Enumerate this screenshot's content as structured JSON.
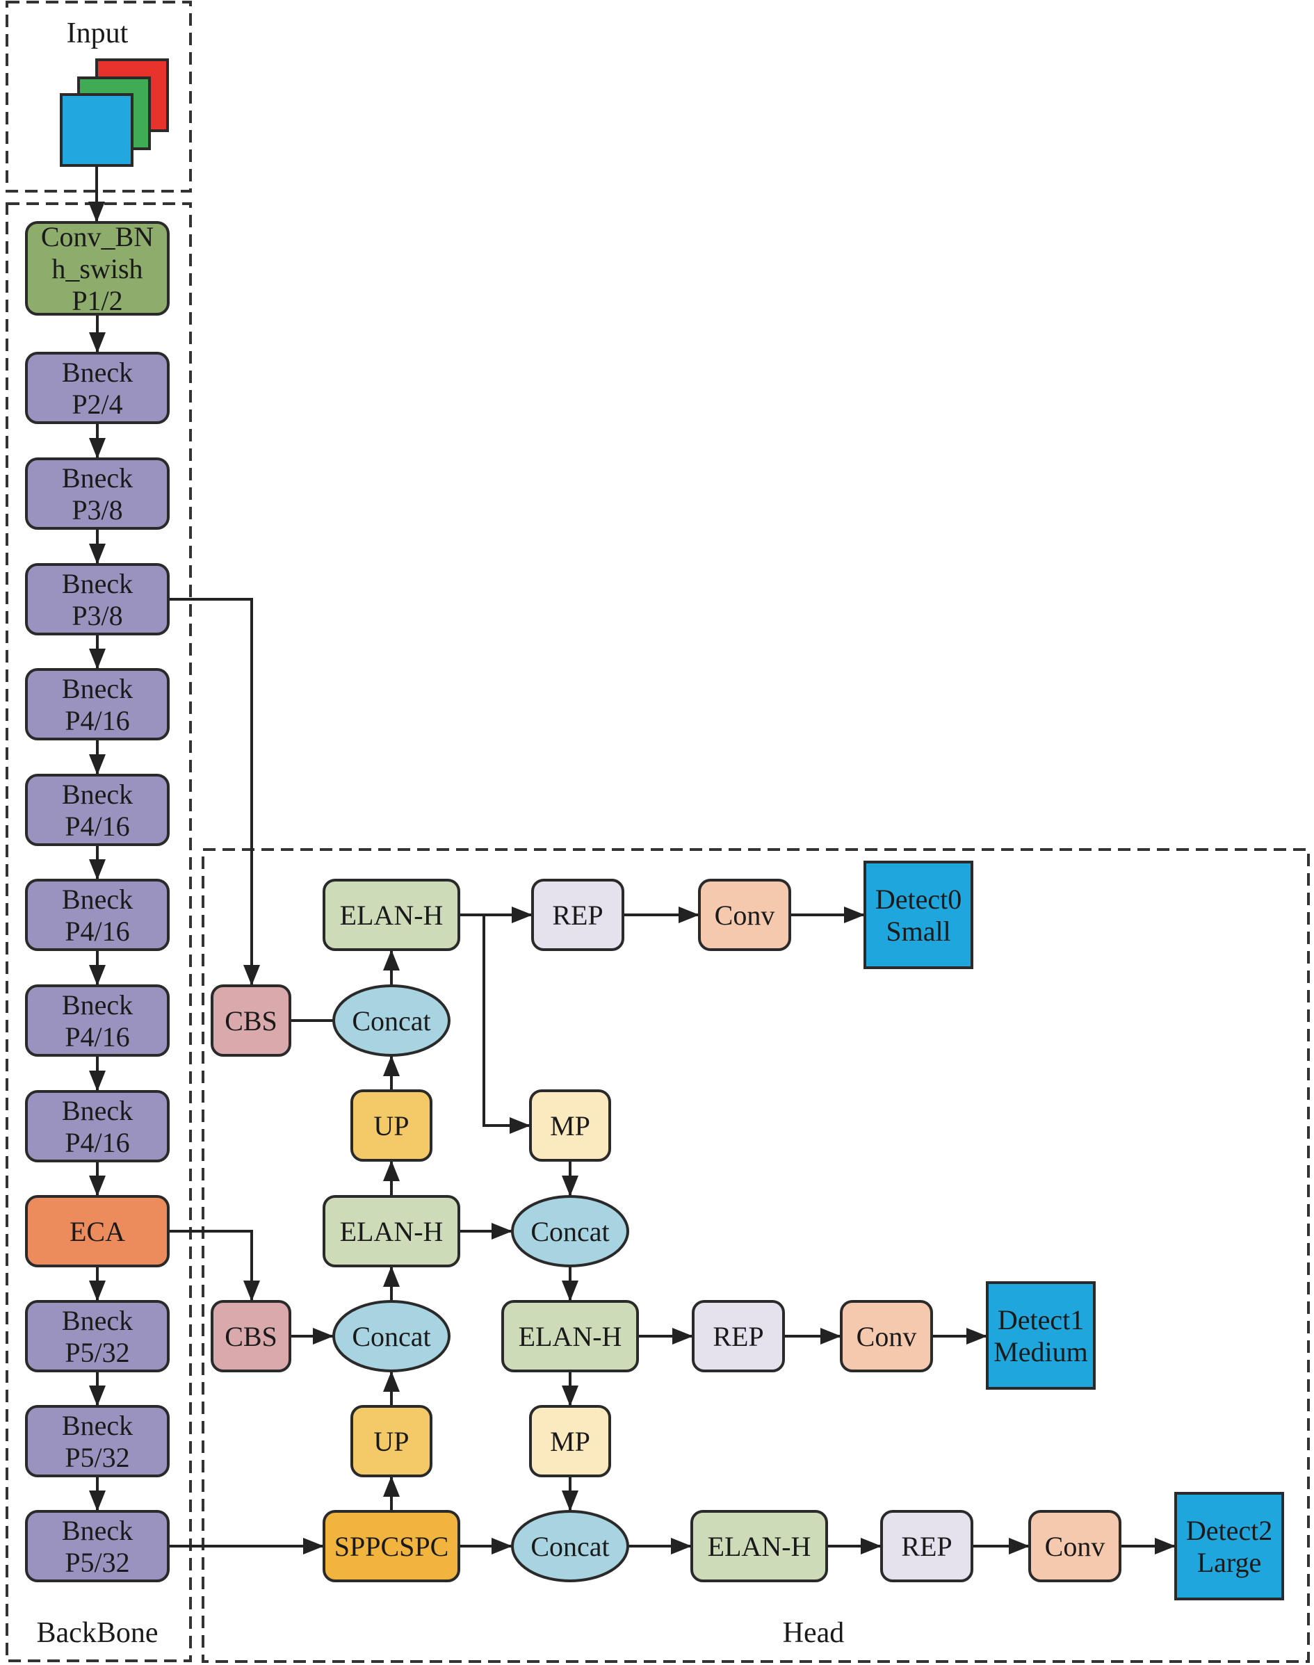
{
  "colors": {
    "green_dark": "#8eac6b",
    "purple": "#9b93bf",
    "eca": "#ec8c5c",
    "cbs": "#d9a9ac",
    "concat": "#a8d3e0",
    "elan": "#cddbb8",
    "rep": "#e5e2ee",
    "conv": "#f5c9ae",
    "detect": "#1fa6dc",
    "up": "#f4c967",
    "mp": "#fbe9bf",
    "spp": "#f1b43e",
    "input_red": "#e8322c",
    "input_green": "#3fac55",
    "input_blue": "#23a7df"
  },
  "groups": {
    "input": "Input",
    "backbone": "BackBone",
    "head": "Head"
  },
  "nodes": [
    {
      "id": "conv-bn-h-swish",
      "lines": [
        "Conv_BN",
        "h_swish",
        "P1/2"
      ],
      "shape": "rbox",
      "color": "green_dark"
    },
    {
      "id": "bneck-1",
      "lines": [
        "Bneck",
        "P2/4"
      ],
      "shape": "rbox",
      "color": "purple"
    },
    {
      "id": "bneck-2",
      "lines": [
        "Bneck",
        "P3/8"
      ],
      "shape": "rbox",
      "color": "purple"
    },
    {
      "id": "bneck-3",
      "lines": [
        "Bneck",
        "P3/8"
      ],
      "shape": "rbox",
      "color": "purple"
    },
    {
      "id": "bneck-4",
      "lines": [
        "Bneck",
        "P4/16"
      ],
      "shape": "rbox",
      "color": "purple"
    },
    {
      "id": "bneck-5",
      "lines": [
        "Bneck",
        "P4/16"
      ],
      "shape": "rbox",
      "color": "purple"
    },
    {
      "id": "bneck-6",
      "lines": [
        "Bneck",
        "P4/16"
      ],
      "shape": "rbox",
      "color": "purple"
    },
    {
      "id": "bneck-7",
      "lines": [
        "Bneck",
        "P4/16"
      ],
      "shape": "rbox",
      "color": "purple"
    },
    {
      "id": "bneck-8",
      "lines": [
        "Bneck",
        "P4/16"
      ],
      "shape": "rbox",
      "color": "purple"
    },
    {
      "id": "eca",
      "lines": [
        "ECA"
      ],
      "shape": "rbox",
      "color": "eca"
    },
    {
      "id": "bneck-9",
      "lines": [
        "Bneck",
        "P5/32"
      ],
      "shape": "rbox",
      "color": "purple"
    },
    {
      "id": "bneck-10",
      "lines": [
        "Bneck",
        "P5/32"
      ],
      "shape": "rbox",
      "color": "purple"
    },
    {
      "id": "bneck-11",
      "lines": [
        "Bneck",
        "P5/32"
      ],
      "shape": "rbox",
      "color": "purple"
    },
    {
      "id": "cbs-1",
      "lines": [
        "CBS"
      ],
      "shape": "rbox",
      "color": "cbs"
    },
    {
      "id": "cbs-2",
      "lines": [
        "CBS"
      ],
      "shape": "rbox",
      "color": "cbs"
    },
    {
      "id": "concat-1",
      "lines": [
        "Concat"
      ],
      "shape": "ellipse",
      "color": "concat"
    },
    {
      "id": "concat-2",
      "lines": [
        "Concat"
      ],
      "shape": "ellipse",
      "color": "concat"
    },
    {
      "id": "concat-3",
      "lines": [
        "Concat"
      ],
      "shape": "ellipse",
      "color": "concat"
    },
    {
      "id": "concat-4",
      "lines": [
        "Concat"
      ],
      "shape": "ellipse",
      "color": "concat"
    },
    {
      "id": "elan-h-1",
      "lines": [
        "ELAN-H"
      ],
      "shape": "rbox",
      "color": "elan"
    },
    {
      "id": "elan-h-2",
      "lines": [
        "ELAN-H"
      ],
      "shape": "rbox",
      "color": "elan"
    },
    {
      "id": "elan-h-3",
      "lines": [
        "ELAN-H"
      ],
      "shape": "rbox",
      "color": "elan"
    },
    {
      "id": "elan-h-4",
      "lines": [
        "ELAN-H"
      ],
      "shape": "rbox",
      "color": "elan"
    },
    {
      "id": "up-1",
      "lines": [
        "UP"
      ],
      "shape": "rbox",
      "color": "up"
    },
    {
      "id": "up-2",
      "lines": [
        "UP"
      ],
      "shape": "rbox",
      "color": "up"
    },
    {
      "id": "mp-1",
      "lines": [
        "MP"
      ],
      "shape": "rbox",
      "color": "mp"
    },
    {
      "id": "mp-2",
      "lines": [
        "MP"
      ],
      "shape": "rbox",
      "color": "mp"
    },
    {
      "id": "sppcspc",
      "lines": [
        "SPPCSPC"
      ],
      "shape": "rbox",
      "color": "spp"
    },
    {
      "id": "rep-1",
      "lines": [
        "REP"
      ],
      "shape": "rbox",
      "color": "rep"
    },
    {
      "id": "rep-2",
      "lines": [
        "REP"
      ],
      "shape": "rbox",
      "color": "rep"
    },
    {
      "id": "rep-3",
      "lines": [
        "REP"
      ],
      "shape": "rbox",
      "color": "rep"
    },
    {
      "id": "conv-1",
      "lines": [
        "Conv"
      ],
      "shape": "rbox",
      "color": "conv"
    },
    {
      "id": "conv-2",
      "lines": [
        "Conv"
      ],
      "shape": "rbox",
      "color": "conv"
    },
    {
      "id": "conv-3",
      "lines": [
        "Conv"
      ],
      "shape": "rbox",
      "color": "conv"
    },
    {
      "id": "detect0",
      "lines": [
        "Detect0",
        "Small"
      ],
      "shape": "box",
      "color": "detect"
    },
    {
      "id": "detect1",
      "lines": [
        "Detect1",
        "Medium"
      ],
      "shape": "box",
      "color": "detect"
    },
    {
      "id": "detect2",
      "lines": [
        "Detect2",
        "Large"
      ],
      "shape": "box",
      "color": "detect"
    }
  ],
  "edges": [
    {
      "from": "input",
      "to": "conv-bn-h-swish"
    },
    {
      "from": "conv-bn-h-swish",
      "to": "bneck-1"
    },
    {
      "from": "bneck-1",
      "to": "bneck-2"
    },
    {
      "from": "bneck-2",
      "to": "bneck-3"
    },
    {
      "from": "bneck-3",
      "to": "bneck-4"
    },
    {
      "from": "bneck-4",
      "to": "bneck-5"
    },
    {
      "from": "bneck-5",
      "to": "bneck-6"
    },
    {
      "from": "bneck-6",
      "to": "bneck-7"
    },
    {
      "from": "bneck-7",
      "to": "bneck-8"
    },
    {
      "from": "bneck-8",
      "to": "eca"
    },
    {
      "from": "eca",
      "to": "bneck-9"
    },
    {
      "from": "bneck-9",
      "to": "bneck-10"
    },
    {
      "from": "bneck-10",
      "to": "bneck-11"
    },
    {
      "from": "bneck-3",
      "to": "cbs-1"
    },
    {
      "from": "eca",
      "to": "cbs-2"
    },
    {
      "from": "bneck-11",
      "to": "sppcspc"
    },
    {
      "from": "cbs-1",
      "to": "concat-1",
      "arrow": false
    },
    {
      "from": "cbs-2",
      "to": "concat-2"
    },
    {
      "from": "sppcspc",
      "to": "up-2"
    },
    {
      "from": "up-2",
      "to": "concat-2"
    },
    {
      "from": "concat-2",
      "to": "elan-h-1"
    },
    {
      "from": "elan-h-1",
      "to": "up-1"
    },
    {
      "from": "up-1",
      "to": "concat-1"
    },
    {
      "from": "concat-1",
      "to": "elan-h-2"
    },
    {
      "from": "elan-h-2",
      "to": "rep-1"
    },
    {
      "from": "rep-1",
      "to": "conv-1"
    },
    {
      "from": "conv-1",
      "to": "detect0"
    },
    {
      "from": "elan-h-2",
      "to": "mp-1"
    },
    {
      "from": "mp-1",
      "to": "concat-3"
    },
    {
      "from": "elan-h-1",
      "to": "concat-3"
    },
    {
      "from": "concat-3",
      "to": "elan-h-3"
    },
    {
      "from": "elan-h-3",
      "to": "rep-2"
    },
    {
      "from": "rep-2",
      "to": "conv-2"
    },
    {
      "from": "conv-2",
      "to": "detect1"
    },
    {
      "from": "elan-h-3",
      "to": "mp-2"
    },
    {
      "from": "mp-2",
      "to": "concat-4"
    },
    {
      "from": "sppcspc",
      "to": "concat-4"
    },
    {
      "from": "concat-4",
      "to": "elan-h-4"
    },
    {
      "from": "elan-h-4",
      "to": "rep-3"
    },
    {
      "from": "rep-3",
      "to": "conv-3"
    },
    {
      "from": "conv-3",
      "to": "detect2"
    }
  ]
}
